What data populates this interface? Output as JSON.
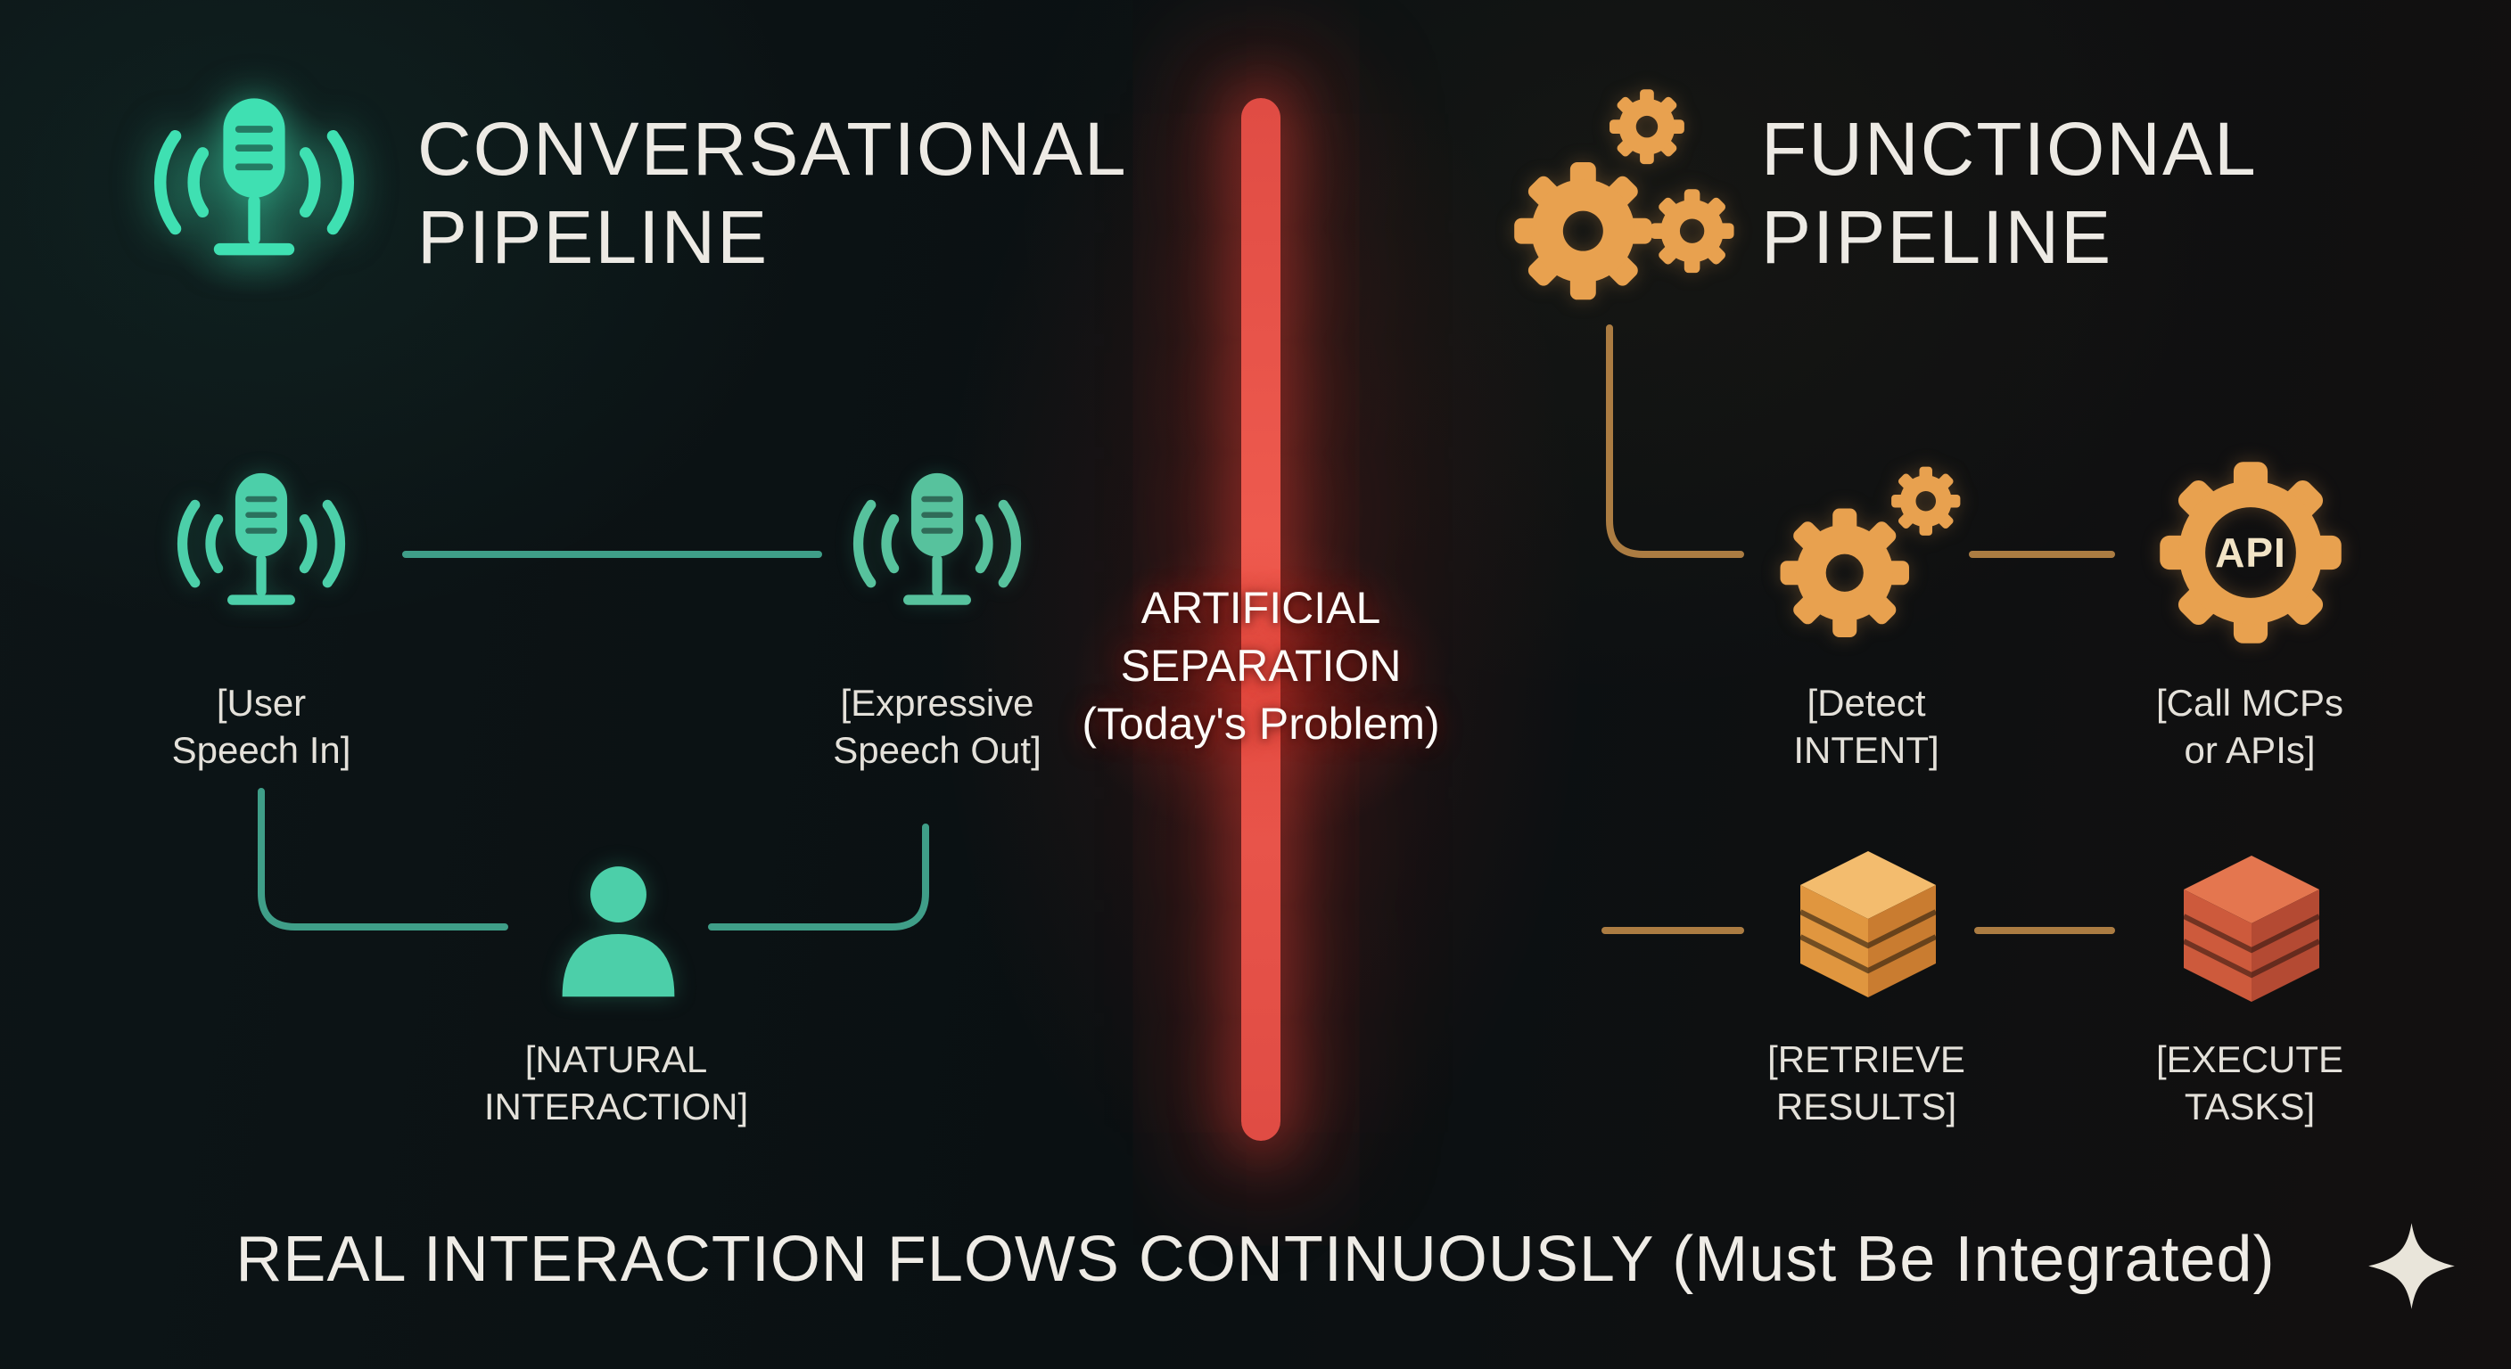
{
  "colors": {
    "background": "#0b1214",
    "conversational_accent": "#4ccfa9",
    "functional_accent": "#e8a14f",
    "separation_red": "#e8473f",
    "text": "#ece9e3"
  },
  "conversational_pipeline": {
    "title": "CONVERSATIONAL\nPIPELINE",
    "icon": "microphone-waves-icon",
    "nodes": {
      "user_speech_in": {
        "label": "[User\nSpeech In]",
        "icon": "microphone-waves-icon"
      },
      "expressive_speech_out": {
        "label": "[Expressive\nSpeech Out]",
        "icon": "microphone-waves-icon"
      },
      "natural_interaction": {
        "label": "[NATURAL\nINTERACTION]",
        "icon": "person-icon"
      }
    }
  },
  "separation": {
    "label": "ARTIFICIAL\nSEPARATION\n(Today's Problem)"
  },
  "functional_pipeline": {
    "title": "FUNCTIONAL\nPIPELINE",
    "icon": "gears-icon",
    "nodes": {
      "detect_intent": {
        "label": "[Detect\nINTENT]",
        "icon": "gears-icon"
      },
      "call_mcps_or_apis": {
        "label": "[Call MCPs\nor APIs]",
        "icon": "api-gear-icon",
        "badge": "API"
      },
      "retrieve_results": {
        "label": "[RETRIEVE\nRESULTS]",
        "icon": "layered-stack-icon"
      },
      "execute_tasks": {
        "label": "[EXECUTE\nTASKS]",
        "icon": "layered-cube-icon"
      }
    }
  },
  "footer": {
    "label": "REAL INTERACTION FLOWS CONTINUOUSLY (Must Be Integrated)",
    "icon": "sparkle-icon"
  }
}
